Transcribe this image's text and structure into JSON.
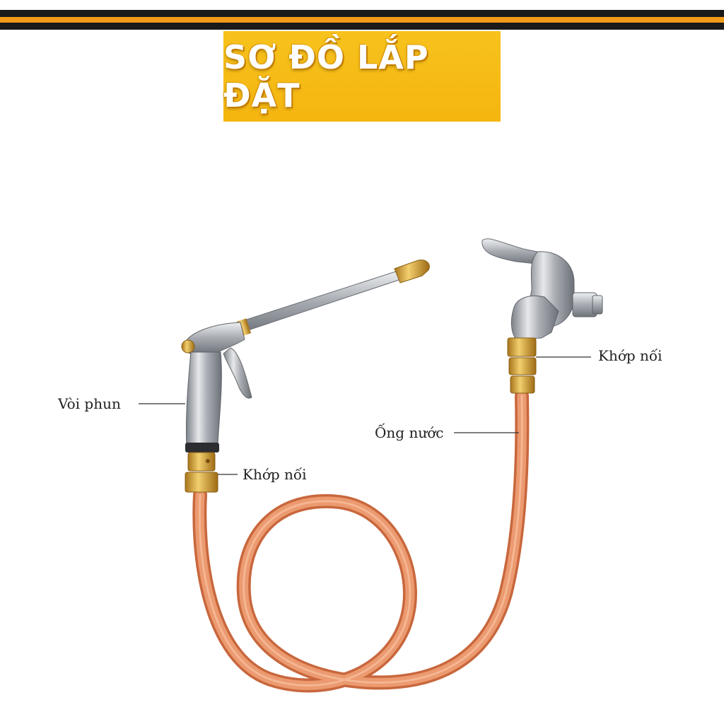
{
  "title": "SƠ ĐỒ LẮP ĐẶT",
  "labels": {
    "spray_gun": "Vòi phun",
    "connector_gun": "Khớp nối",
    "connector_tap": "Khớp nối",
    "water_hose": "Ống nước"
  },
  "colors": {
    "banner_yellow": "#f5b50f",
    "top_stripe_orange": "#f29b1a",
    "top_stripe_dark": "#1a1a1a",
    "hose_orange": "#e8845a",
    "brass": "#d9a53a",
    "chrome": "#b8bcc2"
  },
  "icons": [
    "spray-gun-icon",
    "faucet-icon",
    "brass-connector-icon",
    "garden-hose-icon"
  ]
}
